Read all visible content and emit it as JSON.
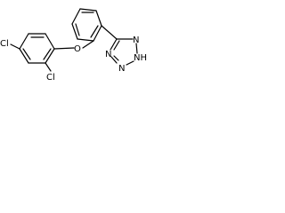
{
  "molecule": {
    "atoms": {
      "chlorine_para": "Cl",
      "chlorine_ortho": "Cl",
      "ether_oxygen": "O",
      "tetrazole_n1": "N",
      "tetrazole_n2": "N",
      "tetrazole_nh": "NH",
      "tetrazole_n4": "N"
    }
  }
}
